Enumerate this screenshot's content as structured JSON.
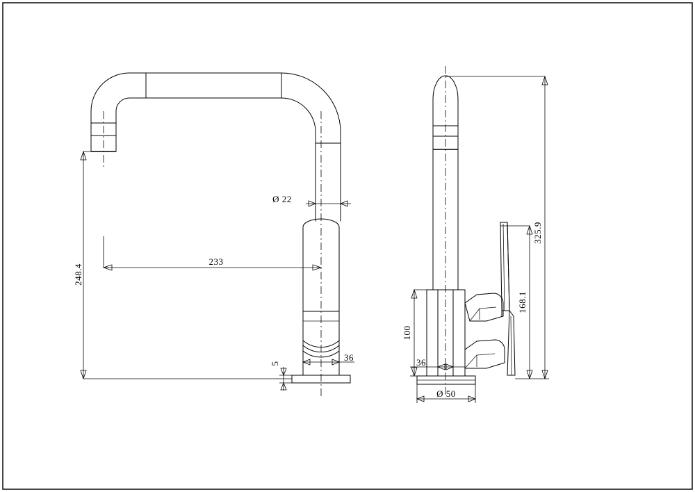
{
  "drawing": {
    "type": "engineering-drawing",
    "subject": "kitchen-mixer-tap",
    "units": "mm",
    "views": [
      {
        "name": "front-elevation",
        "label": ""
      },
      {
        "name": "side-elevation",
        "label": ""
      }
    ]
  },
  "dimensions": {
    "front": {
      "overall_height": "248.4",
      "spout_reach": "233",
      "spout_tube_diameter": "Ø 22",
      "spout_outlet_width": "36",
      "base_plate_thickness": "5"
    },
    "side": {
      "overall_height": "325.9",
      "handle_height": "168.1",
      "body_height": "100",
      "body_width": "36",
      "base_diameter": "Ø 50"
    }
  },
  "labels": {
    "d248_4": "248.4",
    "d233": "233",
    "d22": "Ø 22",
    "d36_front": "36",
    "d5": "5",
    "d325_9": "325.9",
    "d168_1": "168.1",
    "d100": "100",
    "d36_side": "36",
    "d50": "Ø 50"
  },
  "colors": {
    "line": "#000000",
    "background": "#ffffff",
    "frame": "#1a1a1a"
  }
}
